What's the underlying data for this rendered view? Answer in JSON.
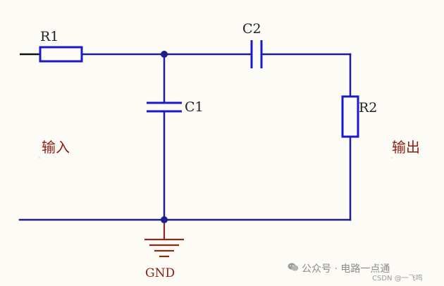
{
  "components": {
    "r1": "R1",
    "r2": "R2",
    "c1": "C1",
    "c2": "C2",
    "gnd": "GND"
  },
  "labels": {
    "input": "输入",
    "output": "输出"
  },
  "watermark": {
    "main": "公众号 · 电路一点通",
    "csdn": "CSDN @一飞鸣"
  },
  "colors": {
    "wire": "#1e1e8c",
    "component": "#1a1acc",
    "ground": "#8c2a1a",
    "label_red": "#8c1c12",
    "background": "#fdfbf6"
  },
  "icons": [
    "wechat-icon"
  ]
}
